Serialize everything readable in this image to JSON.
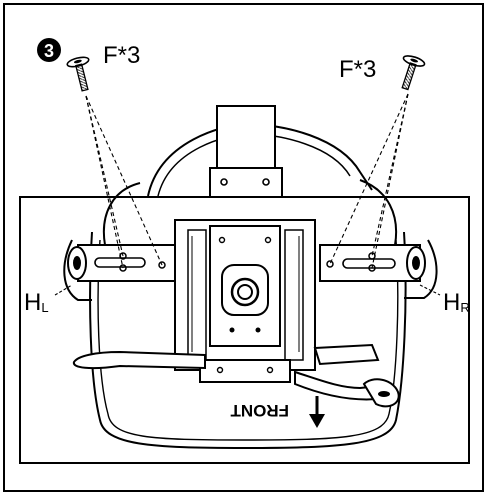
{
  "step": {
    "number": "3"
  },
  "fasteners": {
    "left": {
      "label": "F*3"
    },
    "right": {
      "label": "F*3"
    }
  },
  "brackets": {
    "left": {
      "main": "H",
      "sub": "L"
    },
    "right": {
      "main": "H",
      "sub": "R"
    }
  },
  "seat": {
    "front_label": "FRONT"
  },
  "colors": {
    "line": "#000000",
    "background": "#ffffff"
  }
}
